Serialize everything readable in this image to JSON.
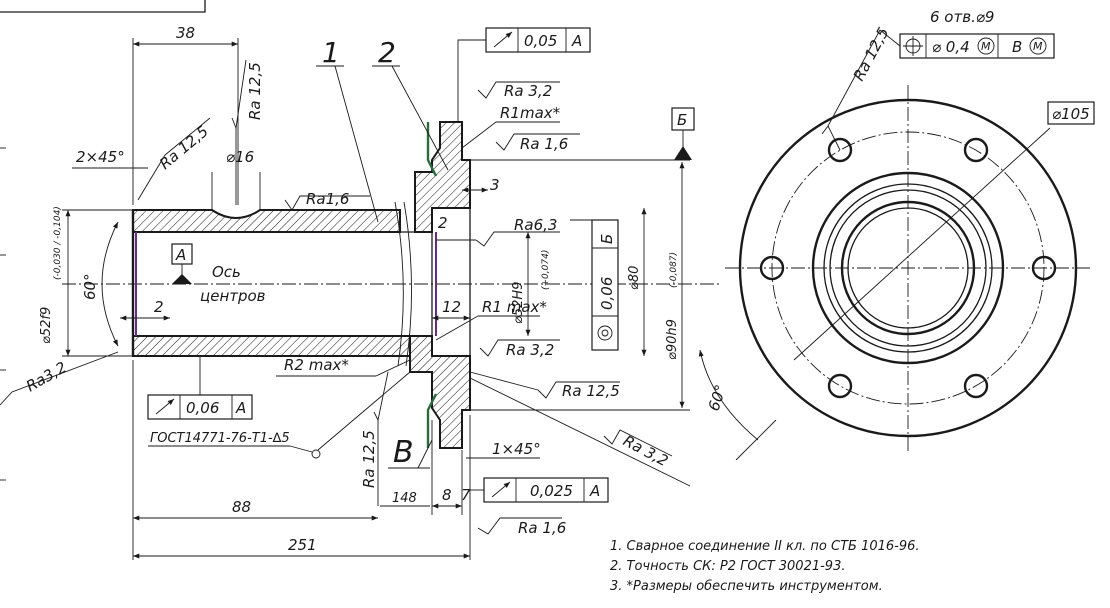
{
  "part_labels": {
    "p1": "1",
    "p2": "2",
    "view_b": "Б",
    "datum_a": "А",
    "datum_b": "Б",
    "weld_view": "В"
  },
  "axis": {
    "label_1": "Ось",
    "label_2": "центров"
  },
  "dims": {
    "d38": "38",
    "chamfer_2x45": "2×45°",
    "d16": "⌀16",
    "d60_left": "60°",
    "d2_left": "2",
    "d2_mid": "2",
    "d3": "3",
    "d12": "12",
    "phi52f9": "⌀52f9",
    "phi52f9_tol": "(-0,030 / -0,104)",
    "phi52H9": "⌀52H9",
    "phi52H9_tol": "(+0,074)",
    "phi80": "⌀80",
    "phi90h9": "⌀90h9",
    "phi90h9_tol": "(-0,087)",
    "d88": "88",
    "d148": "148",
    "d8": "8",
    "d7": "7",
    "d251": "251",
    "chamfer_1x45": "1×45°",
    "d60_right": "60°",
    "phi105": "⌀105",
    "holes": "6 отв.⌀9"
  },
  "roughness": {
    "r_left_ra125": "Ra 12,5",
    "r_top_ra125": "Ra 12,5",
    "r_ra16_shaft": "Ra1,6",
    "r_ra32_top": "Ra 3,2",
    "r_r1max_top": "R1max*",
    "r_ra16_flange": "Ra 1,6",
    "r_ra63": "Ra6,3",
    "r_r1max_mid": "R1 max*",
    "r_ra32_mid": "Ra 3,2",
    "r_ra125_mid": "Ra 12,5",
    "r_ra32_left": "Ra3,2",
    "r_r2max": "R2 max*",
    "r_ra32_right": "Ra 3,2",
    "r_ra125_bottom": "Ra 12,5",
    "r_ra16_bottom": "Ra 1,6",
    "r_ra125_holes": "Ra 12,5"
  },
  "tolerances": {
    "runout_top": {
      "value": "0,05",
      "datum": "A"
    },
    "runout_left": {
      "value": "0,06",
      "datum": "A"
    },
    "runout_bottom": {
      "value": "0,025",
      "datum": "A"
    },
    "concentric": {
      "value": "0,06",
      "datum": "Б"
    },
    "position": {
      "value": "⌀ 0,4",
      "datum": "B",
      "modifier": "M"
    }
  },
  "weld_standard": "ГОСТ14771-76-Т1-∆5",
  "notes": [
    "1. Сварное соединение   II кл. по СТБ 1016-96.",
    "2. Точность СК:  Р2 ГОСТ 30021-93.",
    "3. *Размеры обеспечить инструментом."
  ]
}
